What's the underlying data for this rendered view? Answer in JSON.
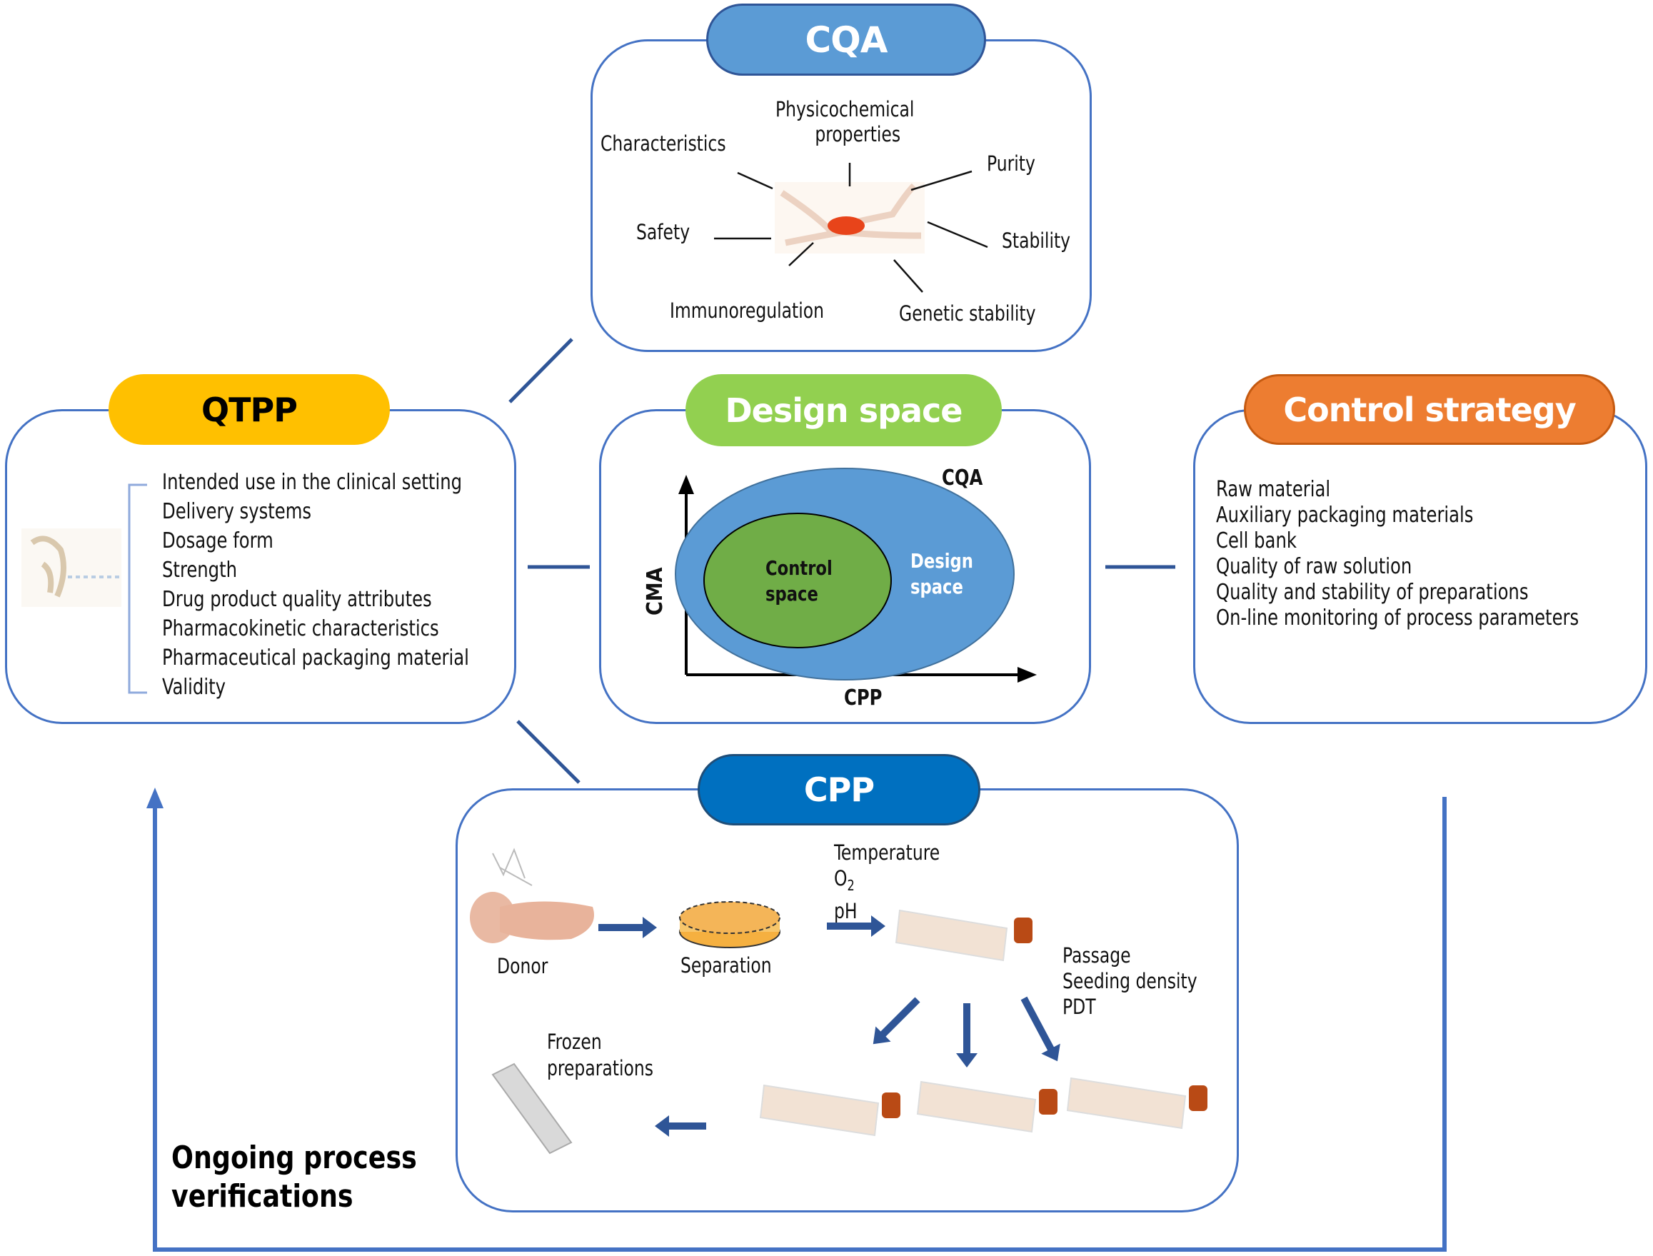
{
  "colors": {
    "box_border": "#4472c4",
    "connector": "#2f5597",
    "cqa_pill": "#5b9bd5",
    "qtpp_pill": "#ffc000",
    "design_pill": "#92d050",
    "control_pill": "#ed7d31",
    "cpp_pill": "#0070c0",
    "design_ellipse": "#5b9bd5",
    "control_ellipse": "#70ad47"
  },
  "cqa": {
    "title": "CQA",
    "attributes": {
      "physicochemical": "Physicochemical\nproperties",
      "physicochemical_line1": "Physicochemical",
      "physicochemical_line2": "properties",
      "characteristics": "Characteristics",
      "purity": "Purity",
      "safety": "Safety",
      "stability": "Stability",
      "immunoregulation": "Immunoregulation",
      "genetic_stability": "Genetic stability"
    },
    "center_icon": "mesenchymal-stem-cell-image"
  },
  "qtpp": {
    "title": "QTPP",
    "items": [
      "Intended use in the clinical setting",
      "Delivery systems",
      "Dosage form",
      "Strength",
      "Drug product quality attributes",
      "Pharmacokinetic characteristics",
      "Pharmaceutical packaging material",
      "Validity"
    ],
    "icon": "knee-injection-image"
  },
  "design_space": {
    "title": "Design space",
    "y_axis": "CMA",
    "x_axis": "CPP",
    "corner_label": "CQA",
    "outer_region": "Design\nspace",
    "outer_region_line1": "Design",
    "outer_region_line2": "space",
    "inner_region_line1": "Control",
    "inner_region_line2": "space"
  },
  "control_strategy": {
    "title": "Control strategy",
    "items": [
      "Raw material",
      "Auxiliary packaging materials",
      "Cell bank",
      "Quality of raw solution",
      "Quality and stability of preparations",
      "On-line monitoring of process parameters"
    ]
  },
  "cpp": {
    "title": "CPP",
    "donor_label": "Donor",
    "separation_label": "Separation",
    "culture_params": [
      "Temperature",
      "O",
      "pH"
    ],
    "o2_subscript": "2",
    "passage_params": [
      "Passage",
      "Seeding density",
      "PDT"
    ],
    "frozen_label_line1": "Frozen",
    "frozen_label_line2": "preparations"
  },
  "loop": {
    "label_line1": "Ongoing process",
    "label_line2": "verifications"
  }
}
